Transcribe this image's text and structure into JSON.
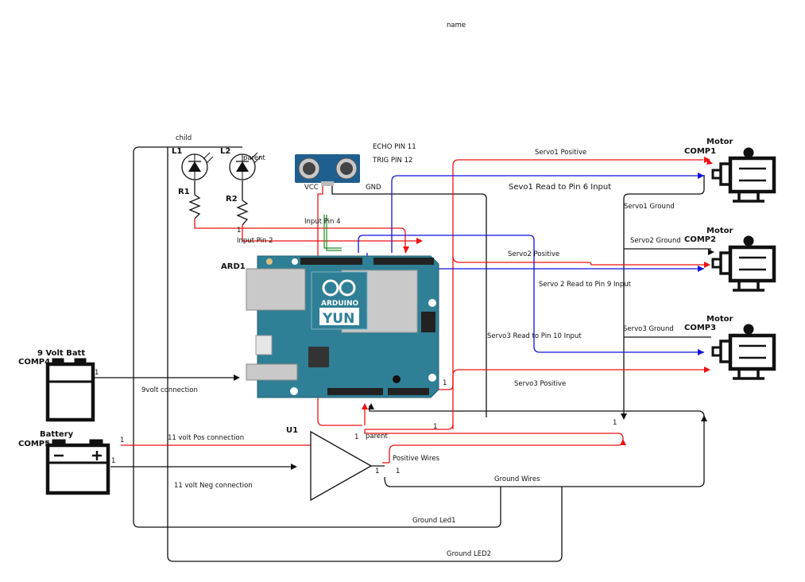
{
  "diagram_title": "name",
  "components": {
    "led1": "L1",
    "led2": "L2",
    "resistor1": "R1",
    "resistor2": "R2",
    "child": "child",
    "parent_led": "parent",
    "arduino": "ARD1",
    "arduino_logo_text": "ARDUINO",
    "arduino_model": "YUN",
    "batt9_title": "9 Volt Batt",
    "batt9_id": "COMP4",
    "battery_title": "Battery",
    "battery_id": "COMP5",
    "amp_id": "U1",
    "motor1_title": "Motor",
    "motor1_id": "COMP1",
    "motor2_title": "Motor",
    "motor2_id": "COMP2",
    "motor3_title": "Motor",
    "motor3_id": "COMP3",
    "sensor_echo": "ECHO PIN 11",
    "sensor_trig": "TRIG PIN 12",
    "sensor_vcc": "VCC",
    "sensor_gnd": "GND"
  },
  "wire_labels": {
    "input_pin4": "Input Pin 4",
    "input_pin2": "Input Pin 2",
    "servo1_positive": "Servo1 Positive",
    "servo1_read": "Sevo1 Read to Pin 6 Input",
    "servo1_ground": "Servo1 Ground",
    "servo2_ground": "Servo2 Ground",
    "servo2_positive": "Servo2 Positive",
    "servo2_read": "Servo 2 Read to Pin 9 Input",
    "servo3_read": "Servo3 Read to Pin 10 Input",
    "servo3_ground": "Servo3 Ground",
    "servo3_positive": "Servo3 Positive",
    "nine_volt": "9volt connection",
    "pos_connection": "11 volt Pos connection",
    "neg_connection": "11 volt Neg connection",
    "parent": "parent",
    "positive_wires": "Positive Wires",
    "ground_wires": "Ground Wires",
    "ground_led1": "Ground Led1",
    "ground_led2": "Ground LED2"
  },
  "pin_numbers": {
    "p1": "1"
  },
  "colors": {
    "red_wire": "#ee1111",
    "blue_wire": "#1111dd",
    "black_wire": "#111111",
    "green_wire": "#228822",
    "arduino_board": "#2f7f96",
    "sensor_board": "#1f5f8f"
  }
}
